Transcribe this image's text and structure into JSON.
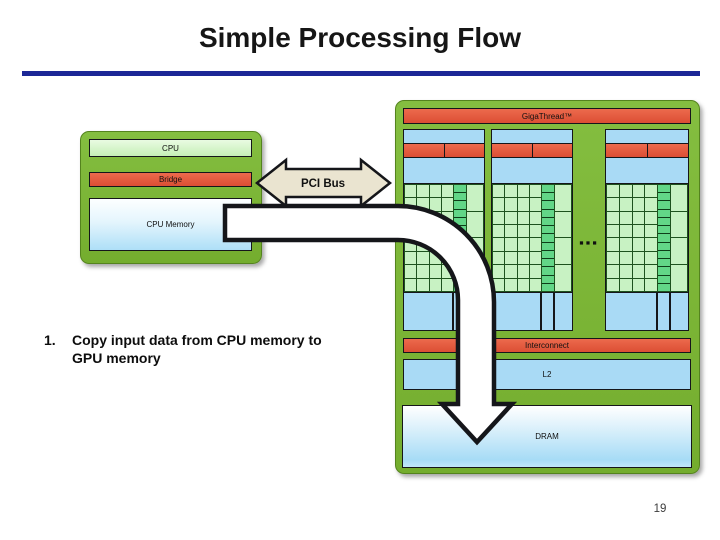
{
  "slide": {
    "title": "Simple Processing Flow",
    "page_number": "19"
  },
  "step_list": {
    "items": [
      {
        "number": "1.",
        "text": "Copy input data from CPU memory to GPU memory"
      }
    ]
  },
  "cpu_diagram": {
    "cpu_label": "CPU",
    "bridge_label": "Bridge",
    "memory_label": "CPU Memory"
  },
  "pci_bus": {
    "label": "PCI Bus"
  },
  "gpu_diagram": {
    "gigathread_label": "GigaThread™",
    "interconnect_label": "Interconnect",
    "l2_label": "L2",
    "dram_label": "DRAM",
    "ellipsis": "▪▪▪",
    "sm": {
      "count": 3,
      "light_cols": 4,
      "light_rows": 8,
      "strip_rows": 13,
      "wide_rows": 4
    }
  },
  "colors": {
    "accent_rule": "#1c2796",
    "panel_green": "#7ab339",
    "red_bar": "#e2573d",
    "light_blue": "#a9daf5",
    "cell_green": "#c8f2c3",
    "strip_green": "#62d687",
    "pci_arrow_fill": "#eae4d0",
    "flow_arrow_fill": "#ffffff"
  }
}
